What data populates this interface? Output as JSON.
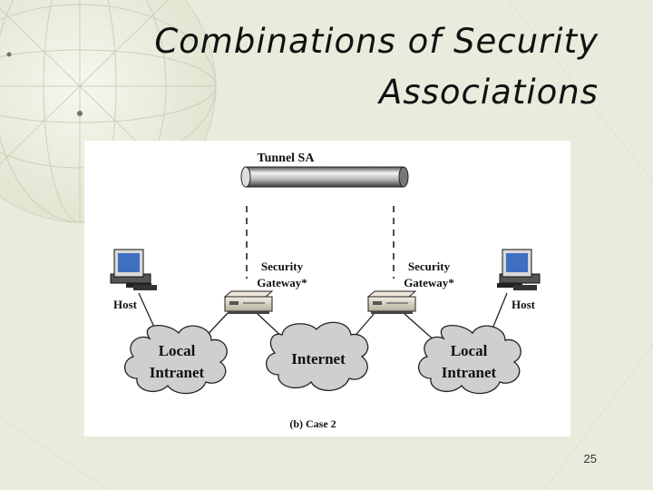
{
  "slide": {
    "title_line1": "Combinations of Security",
    "title_line2": "Associations",
    "page_number": "25"
  },
  "diagram": {
    "tunnel_label": "Tunnel SA",
    "gateway_left": {
      "line1": "Security",
      "line2": "Gateway*"
    },
    "gateway_right": {
      "line1": "Security",
      "line2": "Gateway*"
    },
    "host_left": "Host",
    "host_right": "Host",
    "cloud_left": {
      "line1": "Local",
      "line2": "Intranet"
    },
    "cloud_center": "Internet",
    "cloud_right": {
      "line1": "Local",
      "line2": "Intranet"
    },
    "caption": "(b) Case 2"
  },
  "colors": {
    "background": "#e9ebdc",
    "cloud_fill": "#cfcfcf",
    "monitor_screen": "#3f6fc0"
  }
}
